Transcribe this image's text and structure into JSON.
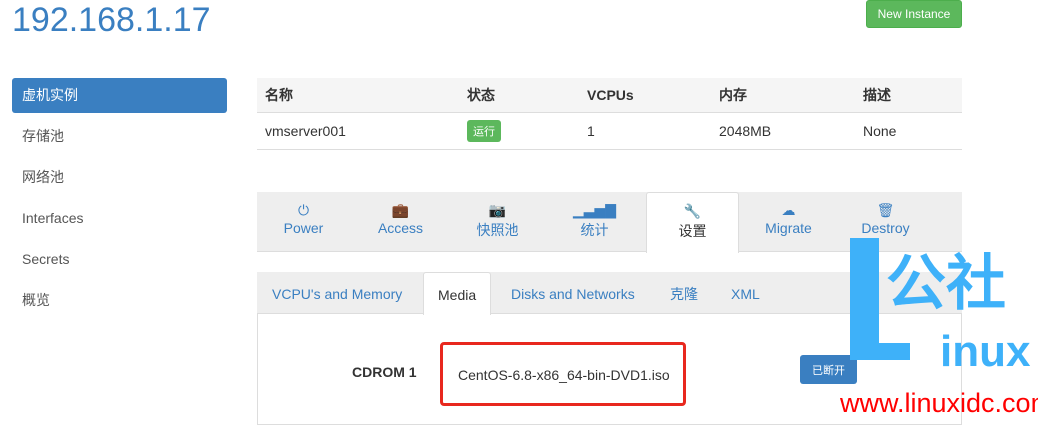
{
  "header": {
    "title": "192.168.1.17",
    "new_instance": "New Instance"
  },
  "sidebar": {
    "items": [
      {
        "label": "虚机实例",
        "active": true
      },
      {
        "label": "存储池"
      },
      {
        "label": "网络池"
      },
      {
        "label": "Interfaces"
      },
      {
        "label": "Secrets"
      },
      {
        "label": "概览"
      }
    ]
  },
  "table": {
    "headers": [
      "名称",
      "状态",
      "VCPUs",
      "内存",
      "描述"
    ],
    "rows": [
      {
        "name": "vmserver001",
        "status": "运行",
        "vcpus": "1",
        "memory": "2048MB",
        "description": "None"
      }
    ],
    "status_color": "#5cb85c"
  },
  "tabs": [
    {
      "label": "Power",
      "icon": "power-icon"
    },
    {
      "label": "Access",
      "icon": "briefcase-icon"
    },
    {
      "label": "快照池",
      "icon": "camera-icon"
    },
    {
      "label": "统计",
      "icon": "signal-icon"
    },
    {
      "label": "设置",
      "icon": "wrench-icon",
      "active": true
    },
    {
      "label": "Migrate",
      "icon": "cloud-download-icon"
    },
    {
      "label": "Destroy",
      "icon": "trash-icon"
    }
  ],
  "subtabs": [
    {
      "label": "VCPU's and Memory"
    },
    {
      "label": "Media",
      "active": true
    },
    {
      "label": "Disks and Networks"
    },
    {
      "label": "克隆"
    },
    {
      "label": "XML"
    }
  ],
  "media": {
    "cdrom_label": "CDROM 1",
    "iso": "CentOS-6.8-x86_64-bin-DVD1.iso",
    "disconnect": "已断开"
  },
  "watermark": {
    "brand": "公社",
    "linux": "inux",
    "url": "www.linuxidc.com"
  }
}
